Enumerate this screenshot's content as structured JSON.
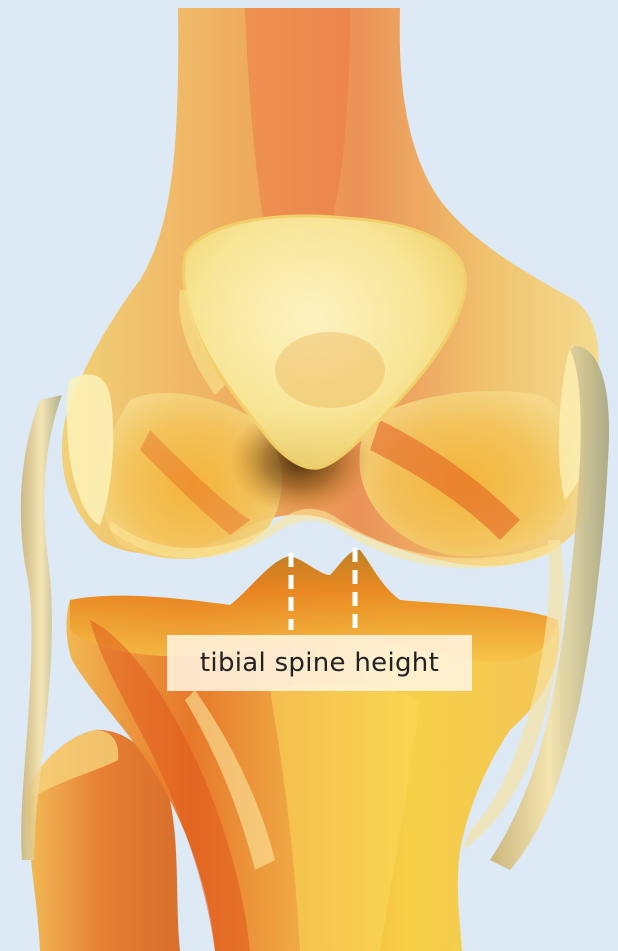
{
  "annotation": {
    "label": "tibial spine height"
  },
  "colors": {
    "background": "#dde9f4",
    "bone_light": "#f5d77a",
    "bone_mid": "#f0b43c",
    "bone_deep": "#e66a1e",
    "patella": "#fbf0a8",
    "marker_line": "#ffffff"
  },
  "icons": [
    "femur-bone",
    "patella-bone",
    "tibia-bone",
    "fibula-bone",
    "ligament-lateral",
    "ligament-medial"
  ]
}
